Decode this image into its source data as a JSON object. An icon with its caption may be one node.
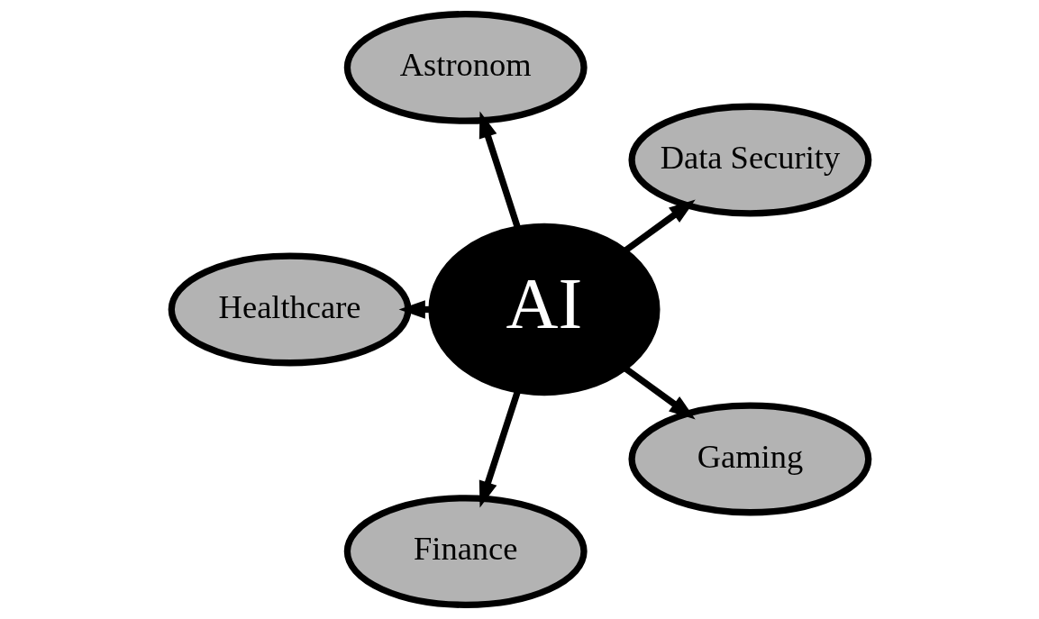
{
  "diagram": {
    "nodes": [
      {
        "text": [
          "Data Security"
        ]
      },
      {
        "text": [
          "Astronom"
        ]
      },
      {
        "text": [
          "AI"
        ]
      },
      {
        "text": [
          "Healthcare"
        ]
      },
      {
        "text": [
          "Finance"
        ]
      },
      {
        "text": [
          "Gaming"
        ]
      }
    ],
    "edges": [
      {
        "from": 2,
        "to": 0,
        "arrow": "to"
      },
      {
        "from": 2,
        "to": 1,
        "arrow": "to"
      },
      {
        "from": 2,
        "to": 3,
        "arrow": "to"
      },
      {
        "from": 2,
        "to": 4,
        "arrow": "to"
      },
      {
        "from": 2,
        "to": 5,
        "arrow": "to"
      }
    ]
  }
}
